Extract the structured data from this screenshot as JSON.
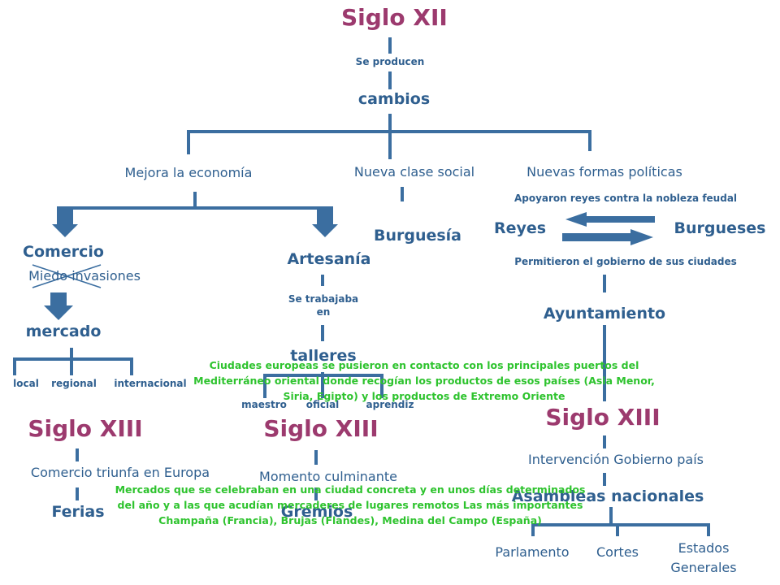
{
  "colors": {
    "title": "#9c3a6e",
    "node": "#2f5f8f",
    "line": "#3b6ea0",
    "note": "#2ec32e"
  },
  "root": {
    "title": "Siglo XII",
    "verb": "Se producen",
    "node": "cambios"
  },
  "branches": {
    "economy": "Mejora la economía",
    "social": "Nueva clase social",
    "political": "Nuevas formas políticas"
  },
  "commerce": {
    "title": "Comercio",
    "struck": "Miedo invasiones",
    "market": "mercado",
    "levels": [
      "local",
      "regional",
      "internacional"
    ],
    "century": "Siglo XIII",
    "result": "Comercio triunfa en Europa",
    "fairs": "Ferias"
  },
  "crafts": {
    "title": "Artesanía",
    "verb": "Se trabajaba en",
    "workshops": "talleres",
    "roles": [
      "maestro",
      "oficial",
      "aprendiz"
    ],
    "century": "Siglo XIII",
    "peak": "Momento culminante",
    "guilds": "Gremios"
  },
  "social": {
    "class": "Burguesía"
  },
  "politics": {
    "support_note": "Apoyaron reyes contra la nobleza feudal",
    "kings": "Reyes",
    "burghers": "Burgueses",
    "permit_note": "Permitieron el gobierno de sus ciudades",
    "council": "Ayuntamiento",
    "century": "Siglo XIII",
    "intervention": "Intervención Gobierno país",
    "assemblies": "Asambleas nacionales",
    "bodies": [
      "Parlamento",
      "Cortes",
      "Estados Generales"
    ]
  },
  "notes": {
    "cities": "Ciudades europeas se pusieron en contacto con los principales puertos del Mediterráneo oriental donde recogían los productos de esos países (Asia Menor, Siria, Egipto) y los productos de Extremo Oriente",
    "markets": "Mercados que se celebraban en una ciudad concreta y en unos días determinados del año y a las que acudían mercaderes de lugares remotos Las más importantes Champaña (Francia), Brujas (Flandes), Medina del Campo (España)"
  }
}
